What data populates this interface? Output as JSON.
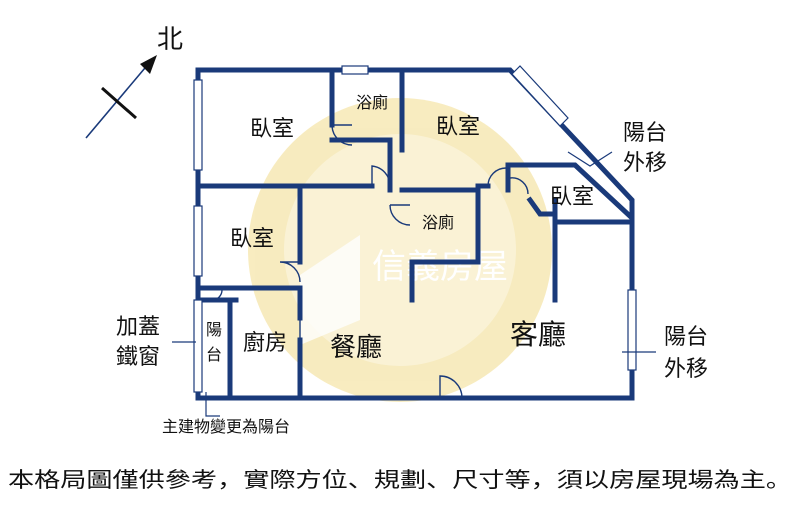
{
  "compass": {
    "north_label": "北"
  },
  "rooms": {
    "bedroom_nw": "臥室",
    "bathroom_top": "浴廁",
    "bedroom_ne": "臥室",
    "bedroom_small": "臥室",
    "bedroom_w": "臥室",
    "bathroom_center": "浴廁",
    "balcony_small": "陽台",
    "kitchen": "廚房",
    "dining": "餐廳",
    "living": "客廳"
  },
  "annotations": {
    "balcony_moved_upper": [
      "陽台",
      "外移"
    ],
    "balcony_moved_right": [
      "陽台",
      "外移"
    ],
    "iron_window": [
      "加蓋",
      "鐵窗"
    ],
    "main_building_changed": "主建物變更為陽台"
  },
  "watermark": {
    "text": "信義房屋"
  },
  "disclaimer": "本格局圖僅供參考，實際方位、規劃、尺寸等，須以房屋現場為主。"
}
